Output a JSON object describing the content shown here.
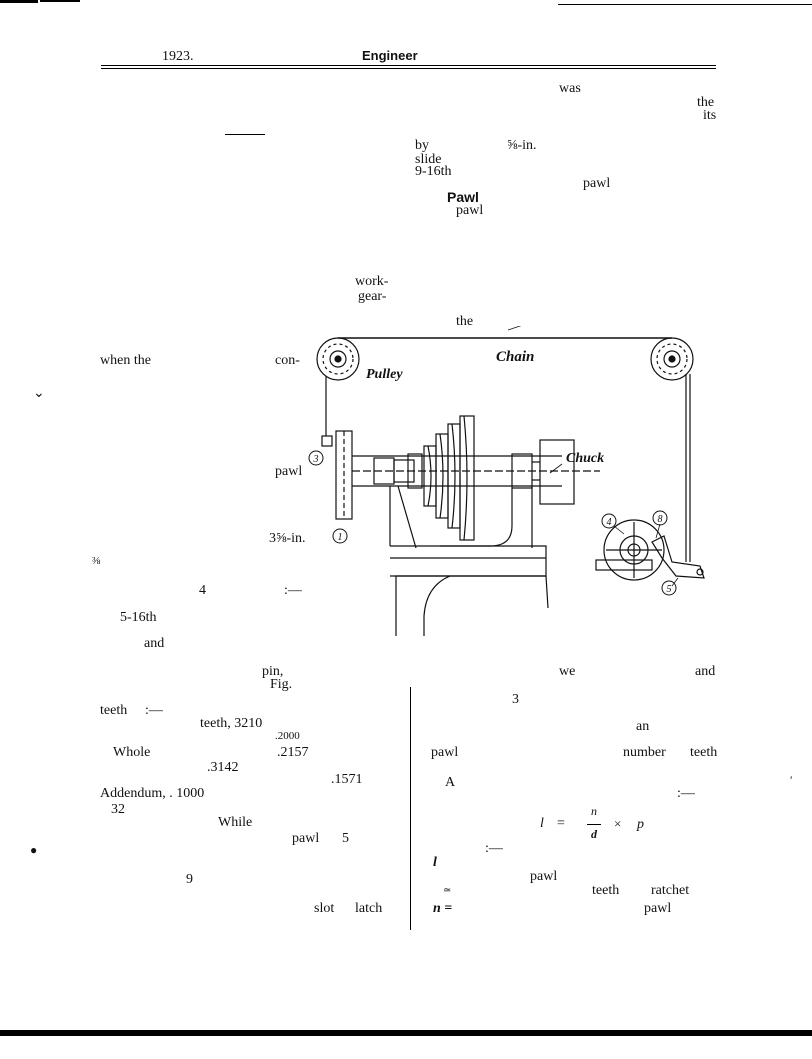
{
  "header": {
    "year": "1923.",
    "journal": "Engineer"
  },
  "top_right_text": [
    {
      "id": "was",
      "text": "was"
    },
    {
      "id": "the",
      "text": "the"
    },
    {
      "id": "its",
      "text": "its"
    }
  ],
  "upper_mid_text": [
    {
      "id": "by",
      "text": "by"
    },
    {
      "id": "5-8-in",
      "text": "⅝-in."
    },
    {
      "id": "slide",
      "text": "slide"
    },
    {
      "id": "9-16th",
      "text": "9-16th"
    },
    {
      "id": "pawl-a",
      "text": "pawl"
    },
    {
      "id": "pawl-bold",
      "text": "Pawl"
    },
    {
      "id": "pawl-b",
      "text": "pawl"
    },
    {
      "id": "work",
      "text": "work-"
    },
    {
      "id": "gear",
      "text": "gear-"
    },
    {
      "id": "the-2",
      "text": "the"
    }
  ],
  "left_col_text": [
    {
      "id": "when-the",
      "text": "when the"
    },
    {
      "id": "con",
      "text": "con-"
    },
    {
      "id": "pawl-left",
      "text": "pawl"
    },
    {
      "id": "3-5-8",
      "text": "3⅝-in."
    },
    {
      "id": "frac",
      "text": "⅜"
    },
    {
      "id": "four",
      "text": "4"
    },
    {
      "id": "colon-a",
      "text": ":—"
    },
    {
      "id": "5-16th",
      "text": "5-16th"
    },
    {
      "id": "and",
      "text": "and"
    },
    {
      "id": "pin",
      "text": "pin,"
    },
    {
      "id": "fig",
      "text": "Fig."
    }
  ],
  "lower_left_text": [
    {
      "id": "teeth-a",
      "text": "teeth"
    },
    {
      "id": "colon-b",
      "text": ":—"
    },
    {
      "id": "teeth-3210",
      "text": "teeth, 3210"
    },
    {
      "id": "n2000",
      "text": ".2000"
    },
    {
      "id": "whole",
      "text": "Whole"
    },
    {
      "id": "n2157",
      "text": ".2157"
    },
    {
      "id": "n3142",
      "text": ".3142"
    },
    {
      "id": "n1571",
      "text": ".1571"
    },
    {
      "id": "addendum",
      "text": "Addendum, . 1000"
    },
    {
      "id": "n32",
      "text": "32"
    },
    {
      "id": "while",
      "text": "While"
    },
    {
      "id": "pawl-c",
      "text": "pawl"
    },
    {
      "id": "five",
      "text": "5"
    },
    {
      "id": "nine",
      "text": "9"
    },
    {
      "id": "slot",
      "text": "slot"
    },
    {
      "id": "latch",
      "text": "latch"
    }
  ],
  "lower_right_text": [
    {
      "id": "we",
      "text": "we"
    },
    {
      "id": "and-r",
      "text": "and"
    },
    {
      "id": "three",
      "text": "3"
    },
    {
      "id": "an",
      "text": "an"
    },
    {
      "id": "pawl-d",
      "text": "pawl"
    },
    {
      "id": "number",
      "text": "number"
    },
    {
      "id": "teeth-b",
      "text": "teeth"
    },
    {
      "id": "A",
      "text": "A"
    },
    {
      "id": "colon-c",
      "text": ":—"
    },
    {
      "id": "colon-d",
      "text": ":—"
    },
    {
      "id": "l-sym",
      "text": "l"
    },
    {
      "id": "pawl-e",
      "text": "pawl"
    },
    {
      "id": "eq-sym",
      "text": "≃"
    },
    {
      "id": "teeth-c",
      "text": "teeth"
    },
    {
      "id": "ratchet",
      "text": "ratchet"
    },
    {
      "id": "n-eq",
      "text": "n ="
    },
    {
      "id": "pawl-f",
      "text": "pawl"
    }
  ],
  "formula": {
    "lhs": "l",
    "eq": "=",
    "numerator": "n",
    "denominator": "d",
    "times": "×",
    "p": "p"
  },
  "figure": {
    "labels": {
      "chain": "Chain",
      "pulley": "Pulley",
      "chuck": "Chuck"
    },
    "callouts": [
      "1",
      "3",
      "4",
      "5",
      "8"
    ]
  }
}
